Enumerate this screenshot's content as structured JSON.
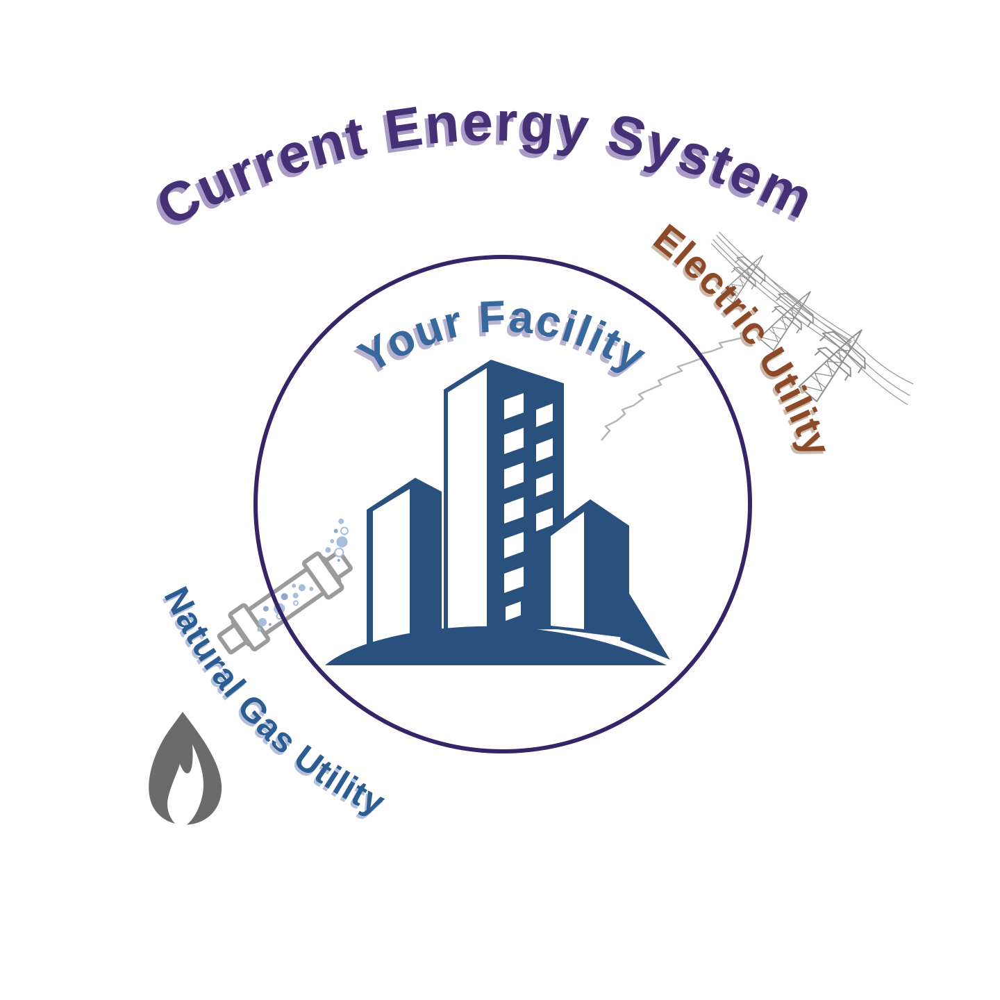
{
  "title": "Current Energy System",
  "facility": {
    "label": "Your Facility"
  },
  "utilities": {
    "electric": {
      "label": "Electric Utility"
    },
    "gas": {
      "label": "Natural Gas Utility"
    }
  },
  "icons": {
    "building": "office-buildings-icon",
    "power_lines": "transmission-towers-icon",
    "gas_pipe": "gas-pipeline-icon",
    "flame": "gas-flame-icon"
  },
  "colors": {
    "title_color": "#453176",
    "title_shadow": "#a89cc6",
    "facility_color": "#38689c",
    "electric_color": "#8c4a28",
    "gas_color": "#2c5d92",
    "circle_color": "#362566",
    "building_color": "#2a517d",
    "flame_color": "#6b6b6b",
    "pipe_color": "#9b9b9b",
    "bubble_color": "#a6bddb",
    "lineart_color": "#8f8f8f"
  }
}
